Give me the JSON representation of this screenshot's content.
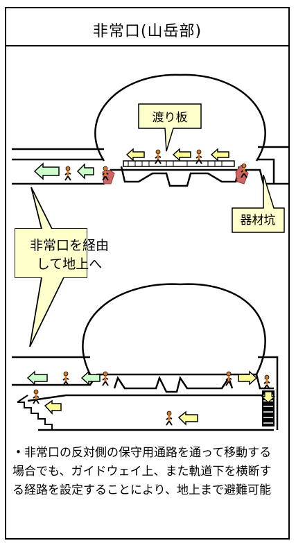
{
  "header": {
    "title": "非常口(山岳部)"
  },
  "labels": {
    "bridge": "渡り板",
    "equipment_pit": "器材坑",
    "callout_line1": "非常口を経由",
    "callout_line2": "して地上へ"
  },
  "caption": {
    "bullet": "・",
    "text": "非常口の反対側の保守用通路を通って移動する場合でも、ガイドウェイ上、また軌道下を横断する経路を設定することにより、地上まで避難可能"
  },
  "colors": {
    "arrow_yellow": "#ffff99",
    "arrow_green": "#ccffcc",
    "callout_fill": "#ffffcc",
    "stair_red": "#cc6666",
    "person": "#d27c2c"
  }
}
